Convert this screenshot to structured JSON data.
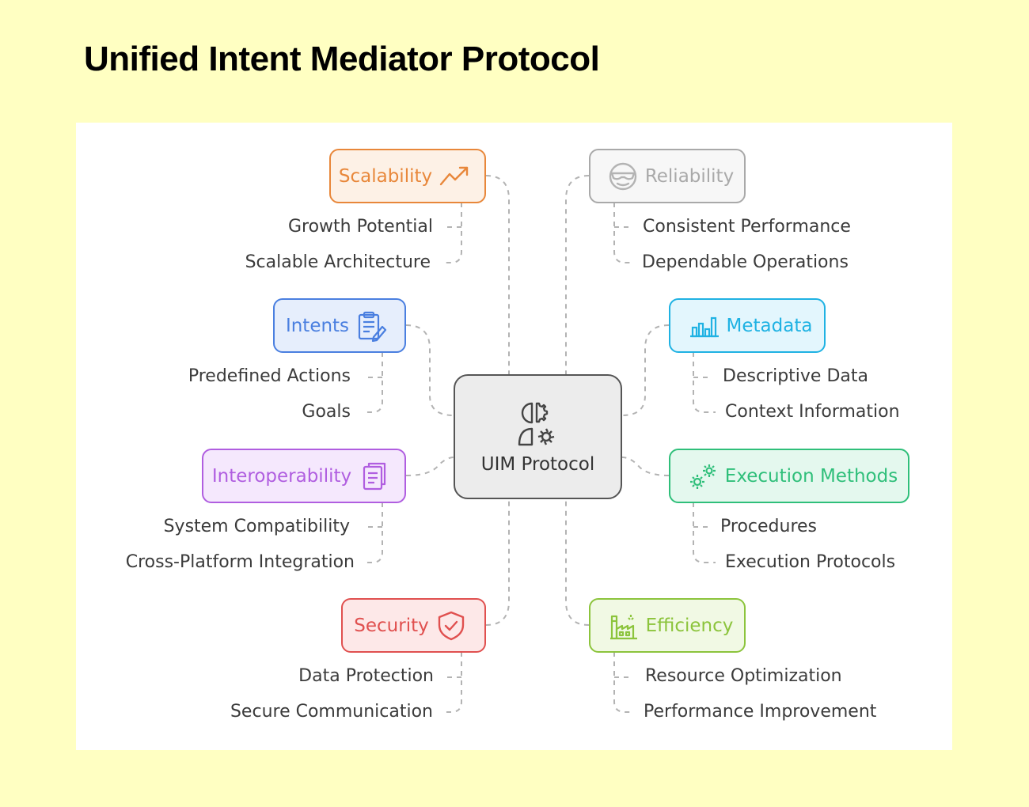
{
  "title": "Unified Intent Mediator Protocol",
  "center": {
    "label": "UIM Protocol",
    "icon": "person-gears-icon"
  },
  "nodes": {
    "scalability": {
      "label": "Scalability",
      "color": "#e8873a",
      "bg": "#fdf1e6",
      "icon": "trend-up-icon",
      "items": [
        "Growth Potential",
        "Scalable Architecture"
      ]
    },
    "reliability": {
      "label": "Reliability",
      "color": "#a9a9a9",
      "bg": "#f7f7f7",
      "icon": "face-glasses-icon",
      "items": [
        "Consistent Performance",
        "Dependable Operations"
      ]
    },
    "intents": {
      "label": "Intents",
      "color": "#4a7fe0",
      "bg": "#e6eefc",
      "icon": "clipboard-pencil-icon",
      "items": [
        "Predefined Actions",
        "Goals"
      ]
    },
    "metadata": {
      "label": "Metadata",
      "color": "#1fb2e3",
      "bg": "#e3f6fd",
      "icon": "bar-chart-icon",
      "items": [
        "Descriptive Data",
        "Context Information"
      ]
    },
    "interoperability": {
      "label": "Interoperability",
      "color": "#b05ee0",
      "bg": "#f5e8fd",
      "icon": "documents-icon",
      "items": [
        "System Compatibility",
        "Cross-Platform Integration"
      ]
    },
    "execution": {
      "label": "Execution Methods",
      "color": "#2fbf7a",
      "bg": "#e4f8ee",
      "icon": "gears-icon",
      "items": [
        "Procedures",
        "Execution Protocols"
      ]
    },
    "security": {
      "label": "Security",
      "color": "#e0504f",
      "bg": "#fde8e8",
      "icon": "shield-check-icon",
      "items": [
        "Data Protection",
        "Secure Communication"
      ]
    },
    "efficiency": {
      "label": "Efficiency",
      "color": "#8cc43c",
      "bg": "#f1f9e4",
      "icon": "factory-icon",
      "items": [
        "Resource Optimization",
        "Performance Improvement"
      ]
    }
  }
}
